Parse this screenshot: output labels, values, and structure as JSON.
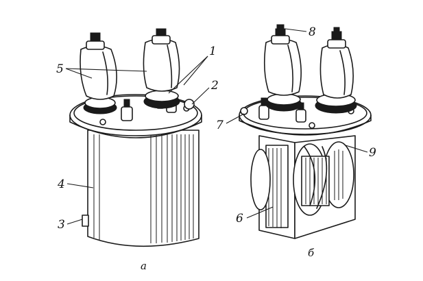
{
  "figure": {
    "callouts": {
      "c1": "1",
      "c2": "2",
      "c3": "3",
      "c4": "4",
      "c5": "5",
      "c6": "6",
      "c7": "7",
      "c8": "8",
      "c9": "9"
    },
    "captions": {
      "left": "а",
      "right": "б"
    },
    "colors": {
      "ink": "#1a1a1a",
      "paper": "#ffffff"
    }
  }
}
